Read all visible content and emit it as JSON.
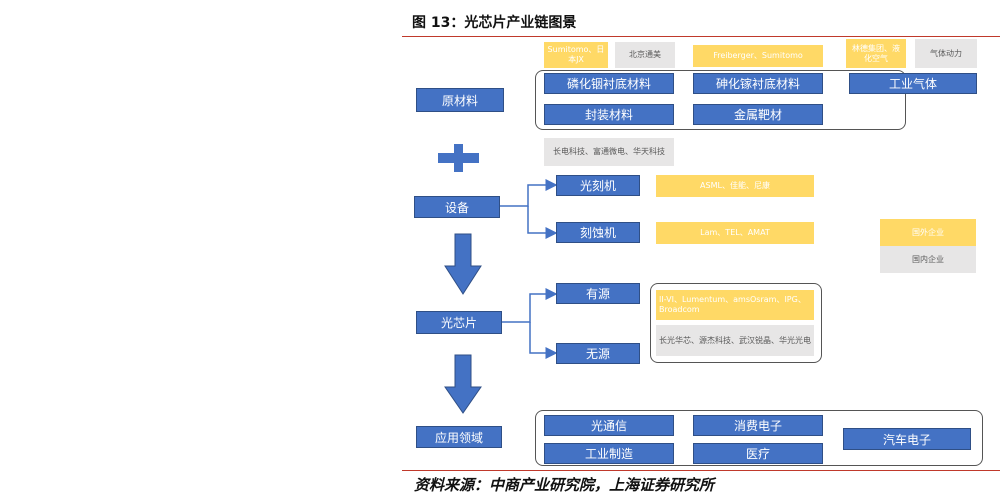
{
  "figure": {
    "title": "图 13：光芯片产业链图景",
    "source": "资料来源：中商产业研究院，上海证券研究所"
  },
  "stages": {
    "materials": "原材料",
    "equipment": "设备",
    "chip": "光芯片",
    "application": "应用领域"
  },
  "materials": {
    "companies_top": [
      "Sumitomo、日本JX",
      "北京通美",
      "Freiberger、Sumitomo",
      "林德集团、液化空气",
      "气体动力"
    ],
    "items": [
      "磷化铟衬底材料",
      "砷化镓衬底材料",
      "工业气体",
      "封装材料",
      "金属靶材"
    ],
    "companies_bottom": "长电科技、富通微电、华天科技"
  },
  "equipment": {
    "items": [
      "光刻机",
      "刻蚀机"
    ],
    "companies": [
      "ASML、佳能、尼康",
      "Lam、TEL、AMAT"
    ]
  },
  "chip": {
    "items": [
      "有源",
      "无源"
    ],
    "companies": [
      "II-VI、Lumentum、amsOsram、IPG、Broadcom",
      "长光华芯、源杰科技、武汉锐晶、华光光电"
    ]
  },
  "applications": {
    "items": [
      "光通信",
      "工业制造",
      "消费电子",
      "医疗",
      "汽车电子"
    ]
  },
  "legend": [
    "国外企业",
    "国内企业"
  ],
  "colors": {
    "stage_box": "#4472c4",
    "foreign": "#ffd966",
    "domestic": "#e7e6e6",
    "title_rule": "#c0392b"
  }
}
